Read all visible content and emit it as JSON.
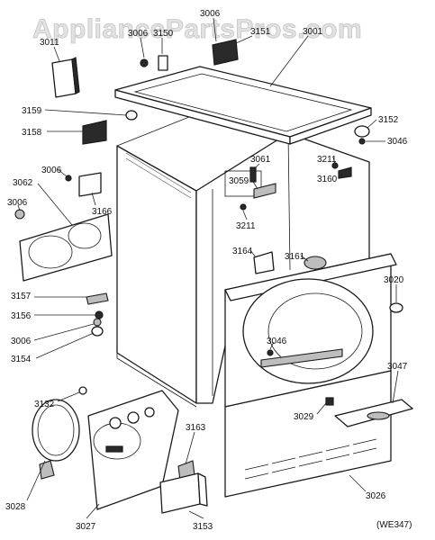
{
  "watermark": "AppliancePartsPros.com",
  "diagram_code": "(WE347)",
  "callouts": {
    "c3006_top": "3006",
    "c3151_top": "3151",
    "c3001": "3001",
    "c3011": "3011",
    "c3006_left_top": "3006",
    "c3150": "3150",
    "c3159": "3159",
    "c3158": "3158",
    "c3152": "3152",
    "c3046_right": "3046",
    "c3061": "3061",
    "c3059": "3059",
    "c3211_right": "3211",
    "c3160": "3160",
    "c3006_mid": "3006",
    "c3062": "3062",
    "c3166": "3166",
    "c3006_left": "3006",
    "c3211_mid": "3211",
    "c3164": "3164",
    "c3161": "3161",
    "c3020": "3020",
    "c3157": "3157",
    "c3156": "3156",
    "c3006_low": "3006",
    "c3154": "3154",
    "c3046_door": "3046",
    "c3047": "3047",
    "c3132": "3132",
    "c3163": "3163",
    "c3029": "3029",
    "c3028": "3028",
    "c3027": "3027",
    "c3153": "3153",
    "c3026": "3026"
  }
}
